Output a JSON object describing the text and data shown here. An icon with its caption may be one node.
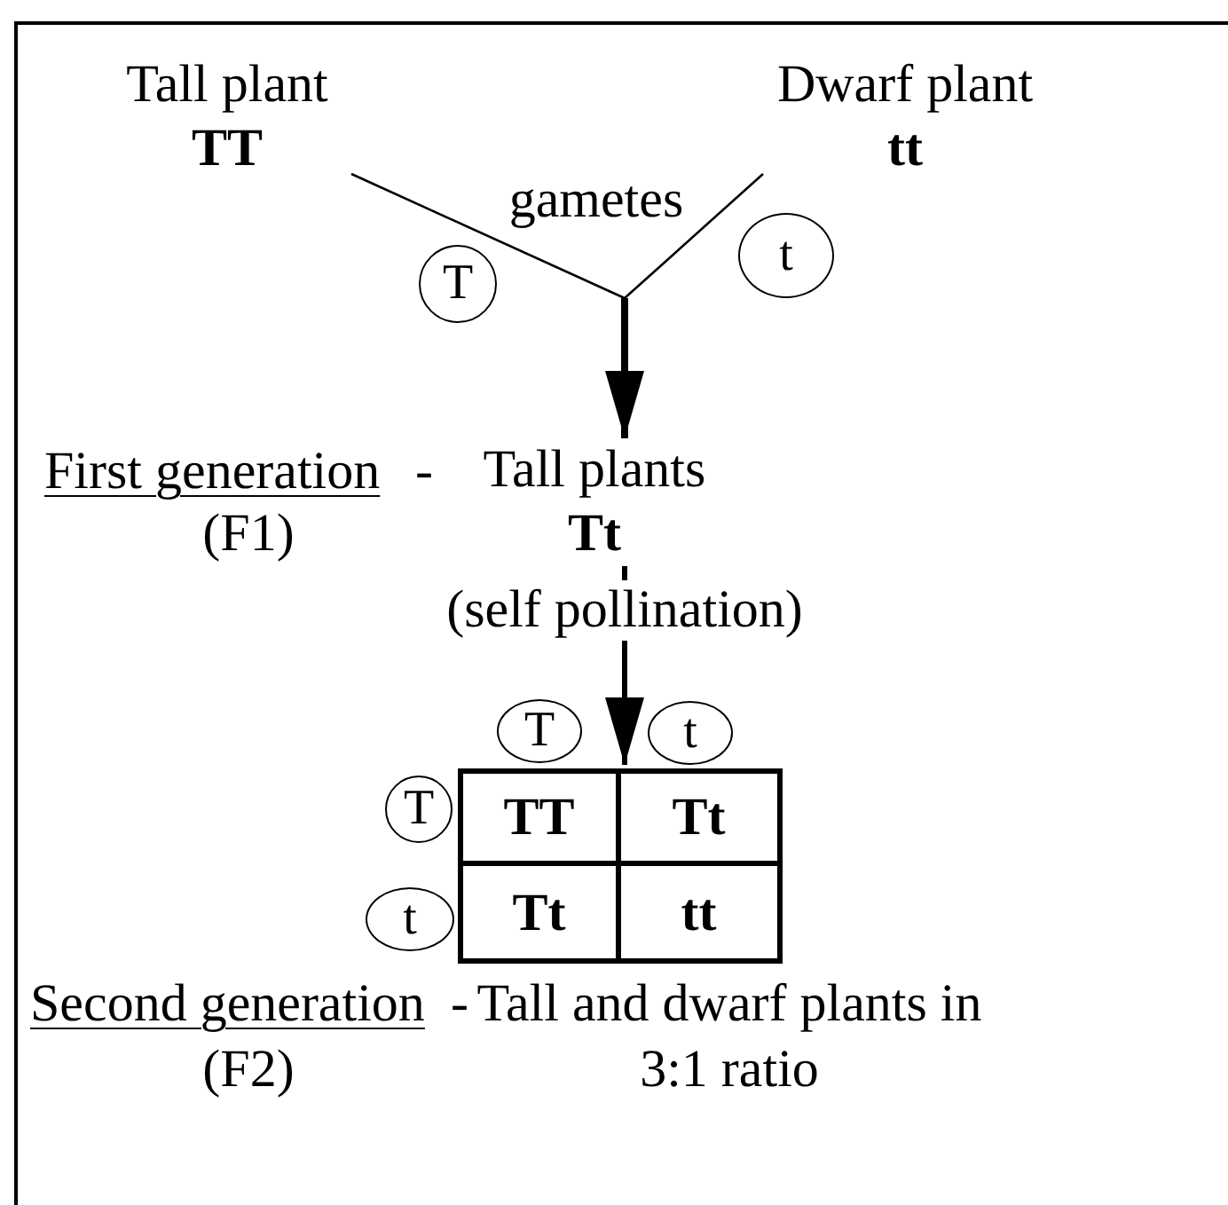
{
  "diagram": {
    "nodes": [
      {
        "text": [
          "Tall plant",
          "TT"
        ]
      },
      {
        "text": [
          "Dwarf plant",
          "tt"
        ]
      },
      {
        "text": [
          "T"
        ]
      },
      {
        "text": [
          "t"
        ]
      },
      {
        "text": [
          "Tall plants",
          "Tt"
        ]
      },
      {
        "text": [],
        "shape": "box"
      },
      {
        "text": [
          "TT"
        ],
        "in": 5
      },
      {
        "text": [
          "Tt"
        ],
        "in": 5
      },
      {
        "text": [
          "Tt"
        ],
        "in": 5
      },
      {
        "text": [
          "tt"
        ],
        "in": 5
      },
      {
        "text": [
          "T"
        ]
      },
      {
        "text": [
          "t"
        ]
      },
      {
        "text": [
          "T"
        ]
      },
      {
        "text": [
          "t"
        ]
      }
    ],
    "edges": [
      {
        "from": 0,
        "to": 4,
        "arrow": "to"
      },
      {
        "from": 1,
        "to": 4,
        "arrow": "to"
      },
      {
        "from": 4,
        "to": 5,
        "arrow": "to",
        "label": "(self pollination)",
        "style": "thick"
      }
    ],
    "labels": [
      "gametes",
      "First generation",
      "-",
      "(F1)",
      "Second generation",
      "-",
      "(F2)",
      "Tall and dwarf plants in 3:1 ratio"
    ]
  }
}
